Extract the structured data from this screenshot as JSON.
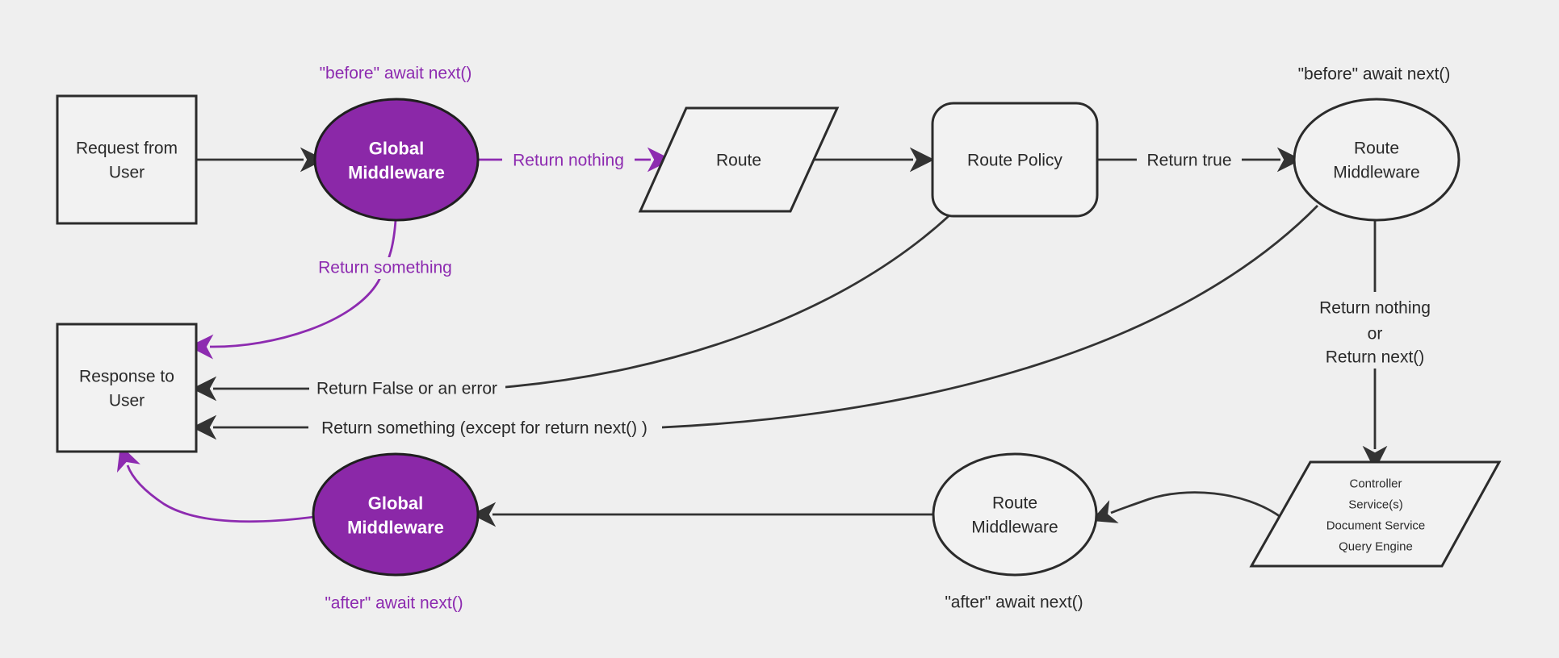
{
  "theme": {
    "background": "#efefef",
    "node_fill": "#f2f2f2",
    "node_stroke": "#2b2b2b",
    "edge_color": "#333333",
    "purple_fill": "#8b28a8",
    "purple_accent": "#8d2bb0",
    "text_color": "#2a2a2a",
    "node_text_on_purple": "#ffffff"
  },
  "nodes": {
    "request": {
      "line1": "Request from",
      "line2": "User"
    },
    "global_middleware_top": {
      "line1": "Global",
      "line2": "Middleware"
    },
    "route": {
      "label": "Route"
    },
    "route_policy": {
      "label": "Route Policy"
    },
    "route_middleware_top": {
      "line1": "Route",
      "line2": "Middleware"
    },
    "controller": {
      "line1": "Controller",
      "line2": "Service(s)",
      "line3": "Document Service",
      "line4": "Query Engine"
    },
    "route_middleware_bottom": {
      "line1": "Route",
      "line2": "Middleware"
    },
    "global_middleware_bottom": {
      "line1": "Global",
      "line2": "Middleware"
    },
    "response": {
      "line1": "Response to",
      "line2": "User"
    }
  },
  "annotations": {
    "before_global": "\"before\" await next()",
    "before_route": "\"before\" await next()",
    "after_route": "\"after\" await next()",
    "after_global": "\"after\" await next()"
  },
  "edge_labels": {
    "return_nothing": "Return nothing",
    "return_true": "Return true",
    "return_nothing_or": {
      "line1": "Return nothing",
      "line2": "or",
      "line3": "Return next()"
    },
    "return_false": "Return False or an error",
    "return_something_except": "Return something (except for return next() )",
    "return_something": "Return something"
  }
}
